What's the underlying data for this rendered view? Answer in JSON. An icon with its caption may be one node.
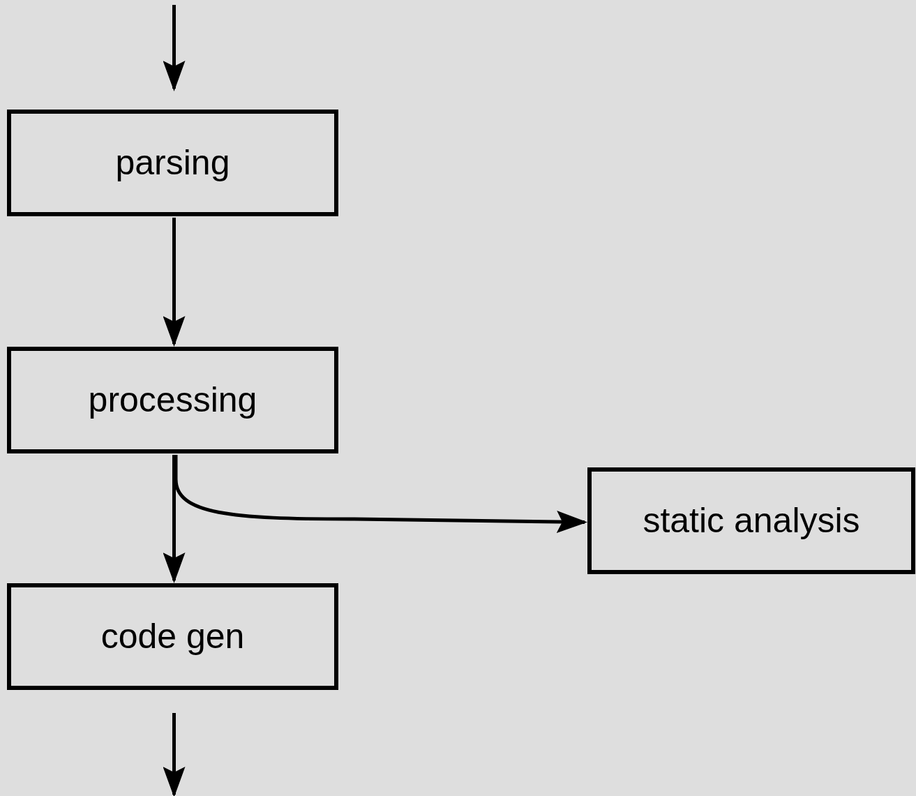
{
  "diagram": {
    "nodes": [
      {
        "text": [
          "parsing"
        ]
      },
      {
        "text": [
          "processing"
        ]
      },
      {
        "text": [
          "code gen"
        ]
      },
      {
        "text": [
          "static analysis"
        ]
      }
    ],
    "edges": [
      {
        "from": null,
        "to": 0,
        "arrow": "to"
      },
      {
        "from": 0,
        "to": 1,
        "arrow": "to"
      },
      {
        "from": 1,
        "to": 2,
        "arrow": "to"
      },
      {
        "from": 1,
        "to": 3,
        "arrow": "to"
      },
      {
        "from": 2,
        "to": null,
        "arrow": "to"
      }
    ]
  }
}
